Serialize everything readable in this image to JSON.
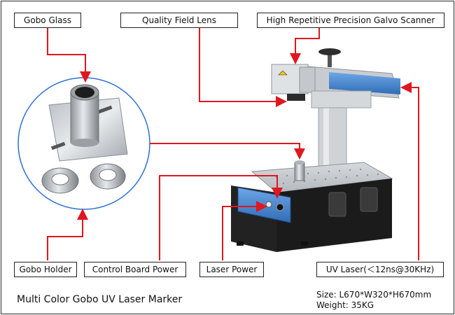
{
  "labels": {
    "gobo_glass": "Gobo Glass",
    "quality_field_lens": "Quality Field Lens",
    "galvo_scanner": "High Repetitive Precision Galvo Scanner",
    "gobo_holder": "Gobo Holder",
    "control_board_power": "Control Board Power",
    "laser_power": "Laser Power",
    "uv_laser": "UV Laser(＜12ns@30KHz)"
  },
  "caption": "Multi Color Gobo UV Laser Marker",
  "specs": {
    "size": "Size: L670*W320*H670mm",
    "weight": "Weight: 35KG"
  },
  "colors": {
    "arrow": "#e0171f",
    "circle": "#2a6fd6",
    "machine_dark": "#1c1c1c",
    "panel_blue": "#4f8fd8"
  }
}
